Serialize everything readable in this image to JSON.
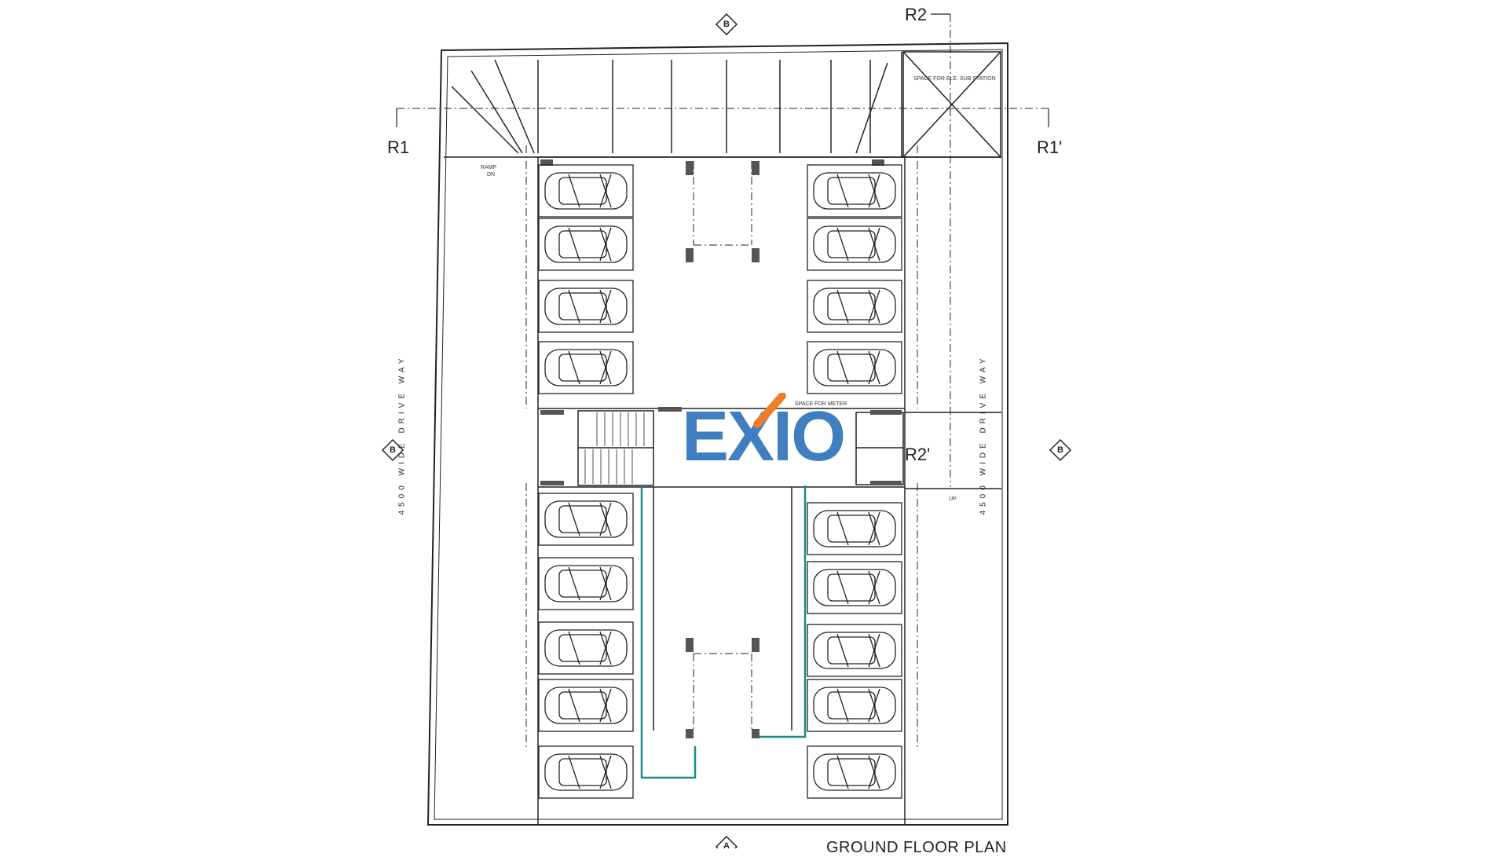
{
  "drawing": {
    "title": "GROUND FLOOR PLAN",
    "section_labels": {
      "r1": "R1",
      "r1_prime": "R1'",
      "r2": "R2",
      "r2_prime": "R2'"
    },
    "grid_markers": {
      "top": "B",
      "left": "B",
      "right": "B",
      "bottom": "A"
    },
    "driveway_left": "4500 WIDE DRIVE WAY",
    "driveway_right": "4500 WIDE DRIVE WAY",
    "ramp_label_line1": "RAMP",
    "ramp_label_line2": "DN",
    "substation_label": "SPACE FOR ELE. SUB STATION",
    "meter_label": "SPACE FOR METER",
    "up_label": "UP",
    "car_count": 18
  },
  "watermark": {
    "text": "EXIO",
    "color": "#3f7fbf",
    "accent_color": "#f07d2a"
  },
  "colors": {
    "lines": "#222222",
    "teal": "#1a8a8a",
    "pillar": "#555555"
  }
}
